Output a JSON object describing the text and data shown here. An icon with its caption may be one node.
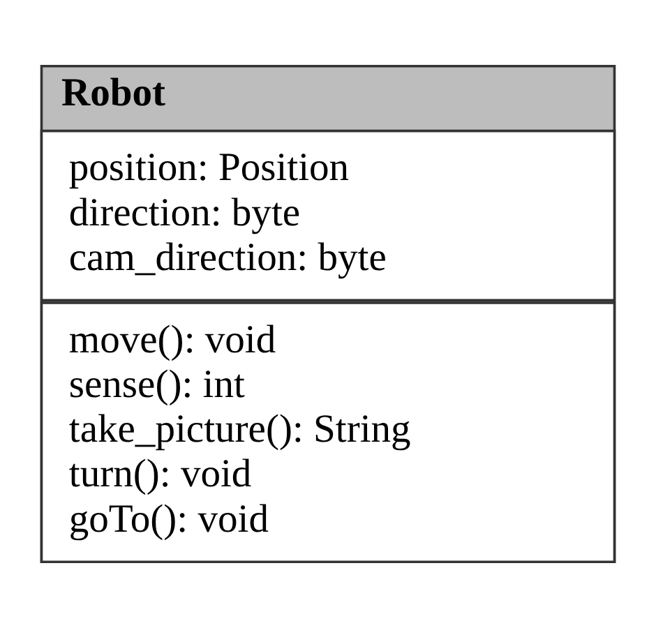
{
  "diagram": {
    "nodes": [
      {
        "text": [
          "Robot"
        ]
      },
      {
        "text": [
          "position: Position",
          "direction: byte",
          "cam_direction: byte"
        ],
        "in": 0
      },
      {
        "text": [
          "move(): void",
          "sense(): int",
          "take_picture(): String",
          "turn(): void",
          "goTo(): void"
        ],
        "in": 0
      }
    ],
    "edges": []
  }
}
